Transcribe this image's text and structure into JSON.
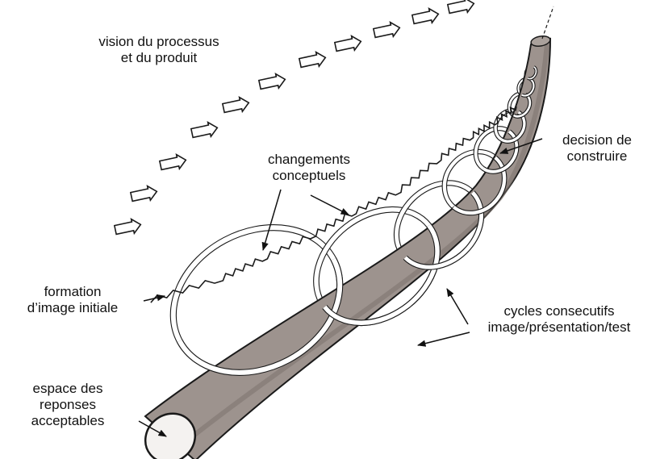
{
  "labels": {
    "vision": [
      "vision du processus",
      "et du produit"
    ],
    "changes": [
      "changements",
      "conceptuels"
    ],
    "decision": [
      "decision de",
      "construire"
    ],
    "formation": [
      "formation",
      "d’image initiale"
    ],
    "cycles": [
      "cycles consecutifs",
      "image/présentation/test"
    ],
    "space": [
      "espace des",
      "reponses",
      "acceptables"
    ]
  },
  "colors": {
    "tube_fill": "#9d938e",
    "tube_shade": "#7c726d",
    "outline": "#1a1a1a",
    "arrow_fill": "#ffffff",
    "ink": "#111111"
  },
  "icons": {
    "vision_arrows": "outline-right-arrow",
    "pointer": "arrow-pointer"
  }
}
